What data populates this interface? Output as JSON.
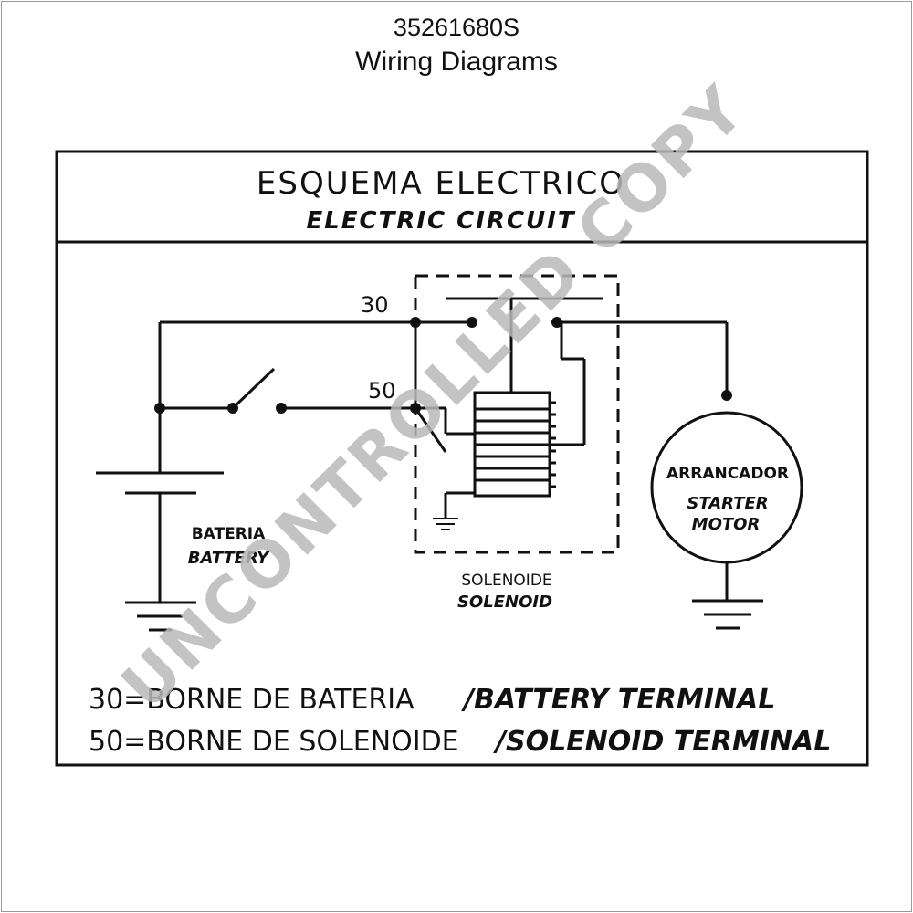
{
  "header": {
    "part_number": "35261680S",
    "title": "Wiring Diagrams"
  },
  "diagram": {
    "title_es": "ESQUEMA ELECTRICO",
    "title_en": "ELECTRIC CIRCUIT",
    "terminal_30_label": "30",
    "terminal_50_label": "50",
    "battery_es": "BATERIA",
    "battery_en": "BATTERY",
    "solenoid_es": "SOLENOIDE",
    "solenoid_en": "SOLENOID",
    "starter_es": "ARRANCADOR",
    "starter_en_line1": "STARTER",
    "starter_en_line2": "MOTOR",
    "legend_30_es": "30=BORNE DE BATERIA",
    "legend_30_en": "/BATTERY TERMINAL",
    "legend_50_es": "50=BORNE DE SOLENOIDE",
    "legend_50_en": "/SOLENOID TERMINAL"
  },
  "watermark": {
    "text": "UNCONTROLLED COPY",
    "color": "#b8b8b8"
  }
}
